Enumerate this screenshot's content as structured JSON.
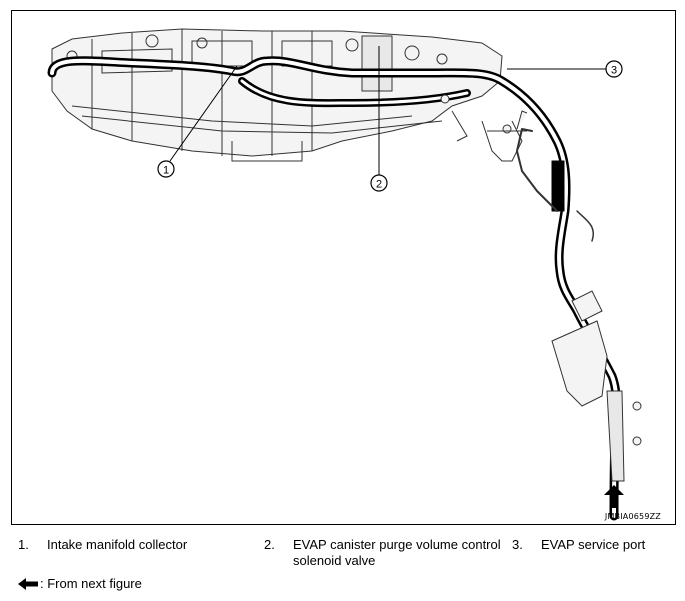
{
  "figure": {
    "code": "JMBIA0659ZZ",
    "callouts": [
      "1",
      "2",
      "3"
    ]
  },
  "legend": [
    {
      "num": "1.",
      "text": "Intake manifold collector"
    },
    {
      "num": "2.",
      "text": "EVAP canister purge volume control solenoid valve"
    },
    {
      "num": "3.",
      "text": "EVAP service port"
    }
  ],
  "arrow_note": {
    "icon": "left-arrow-icon",
    "text": ": From next figure"
  }
}
